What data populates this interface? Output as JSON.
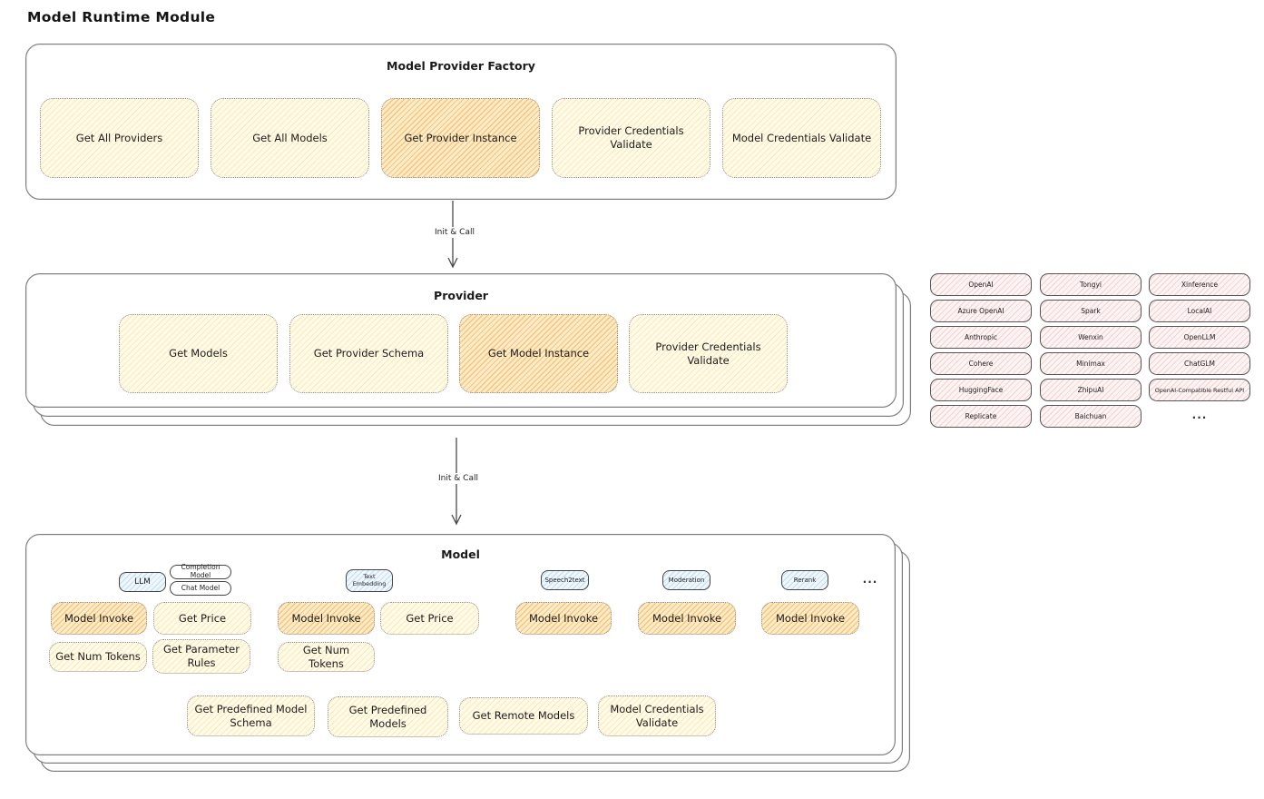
{
  "page_title": "Model Runtime Module",
  "factory": {
    "title": "Model Provider Factory",
    "items": [
      {
        "label": "Get All Providers",
        "highlighted": false
      },
      {
        "label": "Get All Models",
        "highlighted": false
      },
      {
        "label": "Get Provider Instance",
        "highlighted": true
      },
      {
        "label": "Provider Credentials Validate",
        "highlighted": false
      },
      {
        "label": "Model Credentials Validate",
        "highlighted": false
      }
    ]
  },
  "arrow_factory_provider": {
    "label": "Init & Call"
  },
  "provider": {
    "title": "Provider",
    "items": [
      {
        "label": "Get Models",
        "highlighted": false
      },
      {
        "label": "Get Provider Schema",
        "highlighted": false
      },
      {
        "label": "Get Model Instance",
        "highlighted": true
      },
      {
        "label": "Provider Credentials Validate",
        "highlighted": false
      }
    ]
  },
  "provider_list": {
    "rows": [
      [
        "OpenAI",
        "Tongyi",
        "Xinference"
      ],
      [
        "Azure OpenAI",
        "Spark",
        "LocalAI"
      ],
      [
        "Anthropic",
        "Wenxin",
        "OpenLLM"
      ],
      [
        "Cohere",
        "Minimax",
        "ChatGLM"
      ],
      [
        "HuggingFace",
        "ZhipuAI",
        "OpenAI-Compatible Restful API"
      ],
      [
        "Replicate",
        "Baichuan"
      ]
    ],
    "more": "..."
  },
  "arrow_provider_model": {
    "label": "Init & Call"
  },
  "model": {
    "title": "Model",
    "more_tabs": "...",
    "groups": [
      {
        "tab": "LLM",
        "sub_tabs": [
          "Completion Model",
          "Chat Model"
        ],
        "functions": [
          "Model Invoke",
          "Get Price",
          "Get Num Tokens",
          "Get Parameter Rules"
        ]
      },
      {
        "tab": "Text Embedding",
        "functions": [
          "Model Invoke",
          "Get Price",
          "Get Num Tokens"
        ]
      },
      {
        "tab": "Speech2text",
        "functions": [
          "Model Invoke"
        ]
      },
      {
        "tab": "Moderation",
        "functions": [
          "Model Invoke"
        ]
      },
      {
        "tab": "Rerank",
        "functions": [
          "Model Invoke"
        ]
      }
    ],
    "shared_functions": [
      "Get Predefined Model Schema",
      "Get Predefined Models",
      "Get Remote Models",
      "Model Credentials Validate"
    ]
  },
  "colors": {
    "function_fill": "#ffec99",
    "highlight_fill": "#ffc078",
    "provider_chip_fill": "#ffc9c9",
    "model_type_fill": "#a5d8ff",
    "frame_border": "#7c7c7c"
  }
}
